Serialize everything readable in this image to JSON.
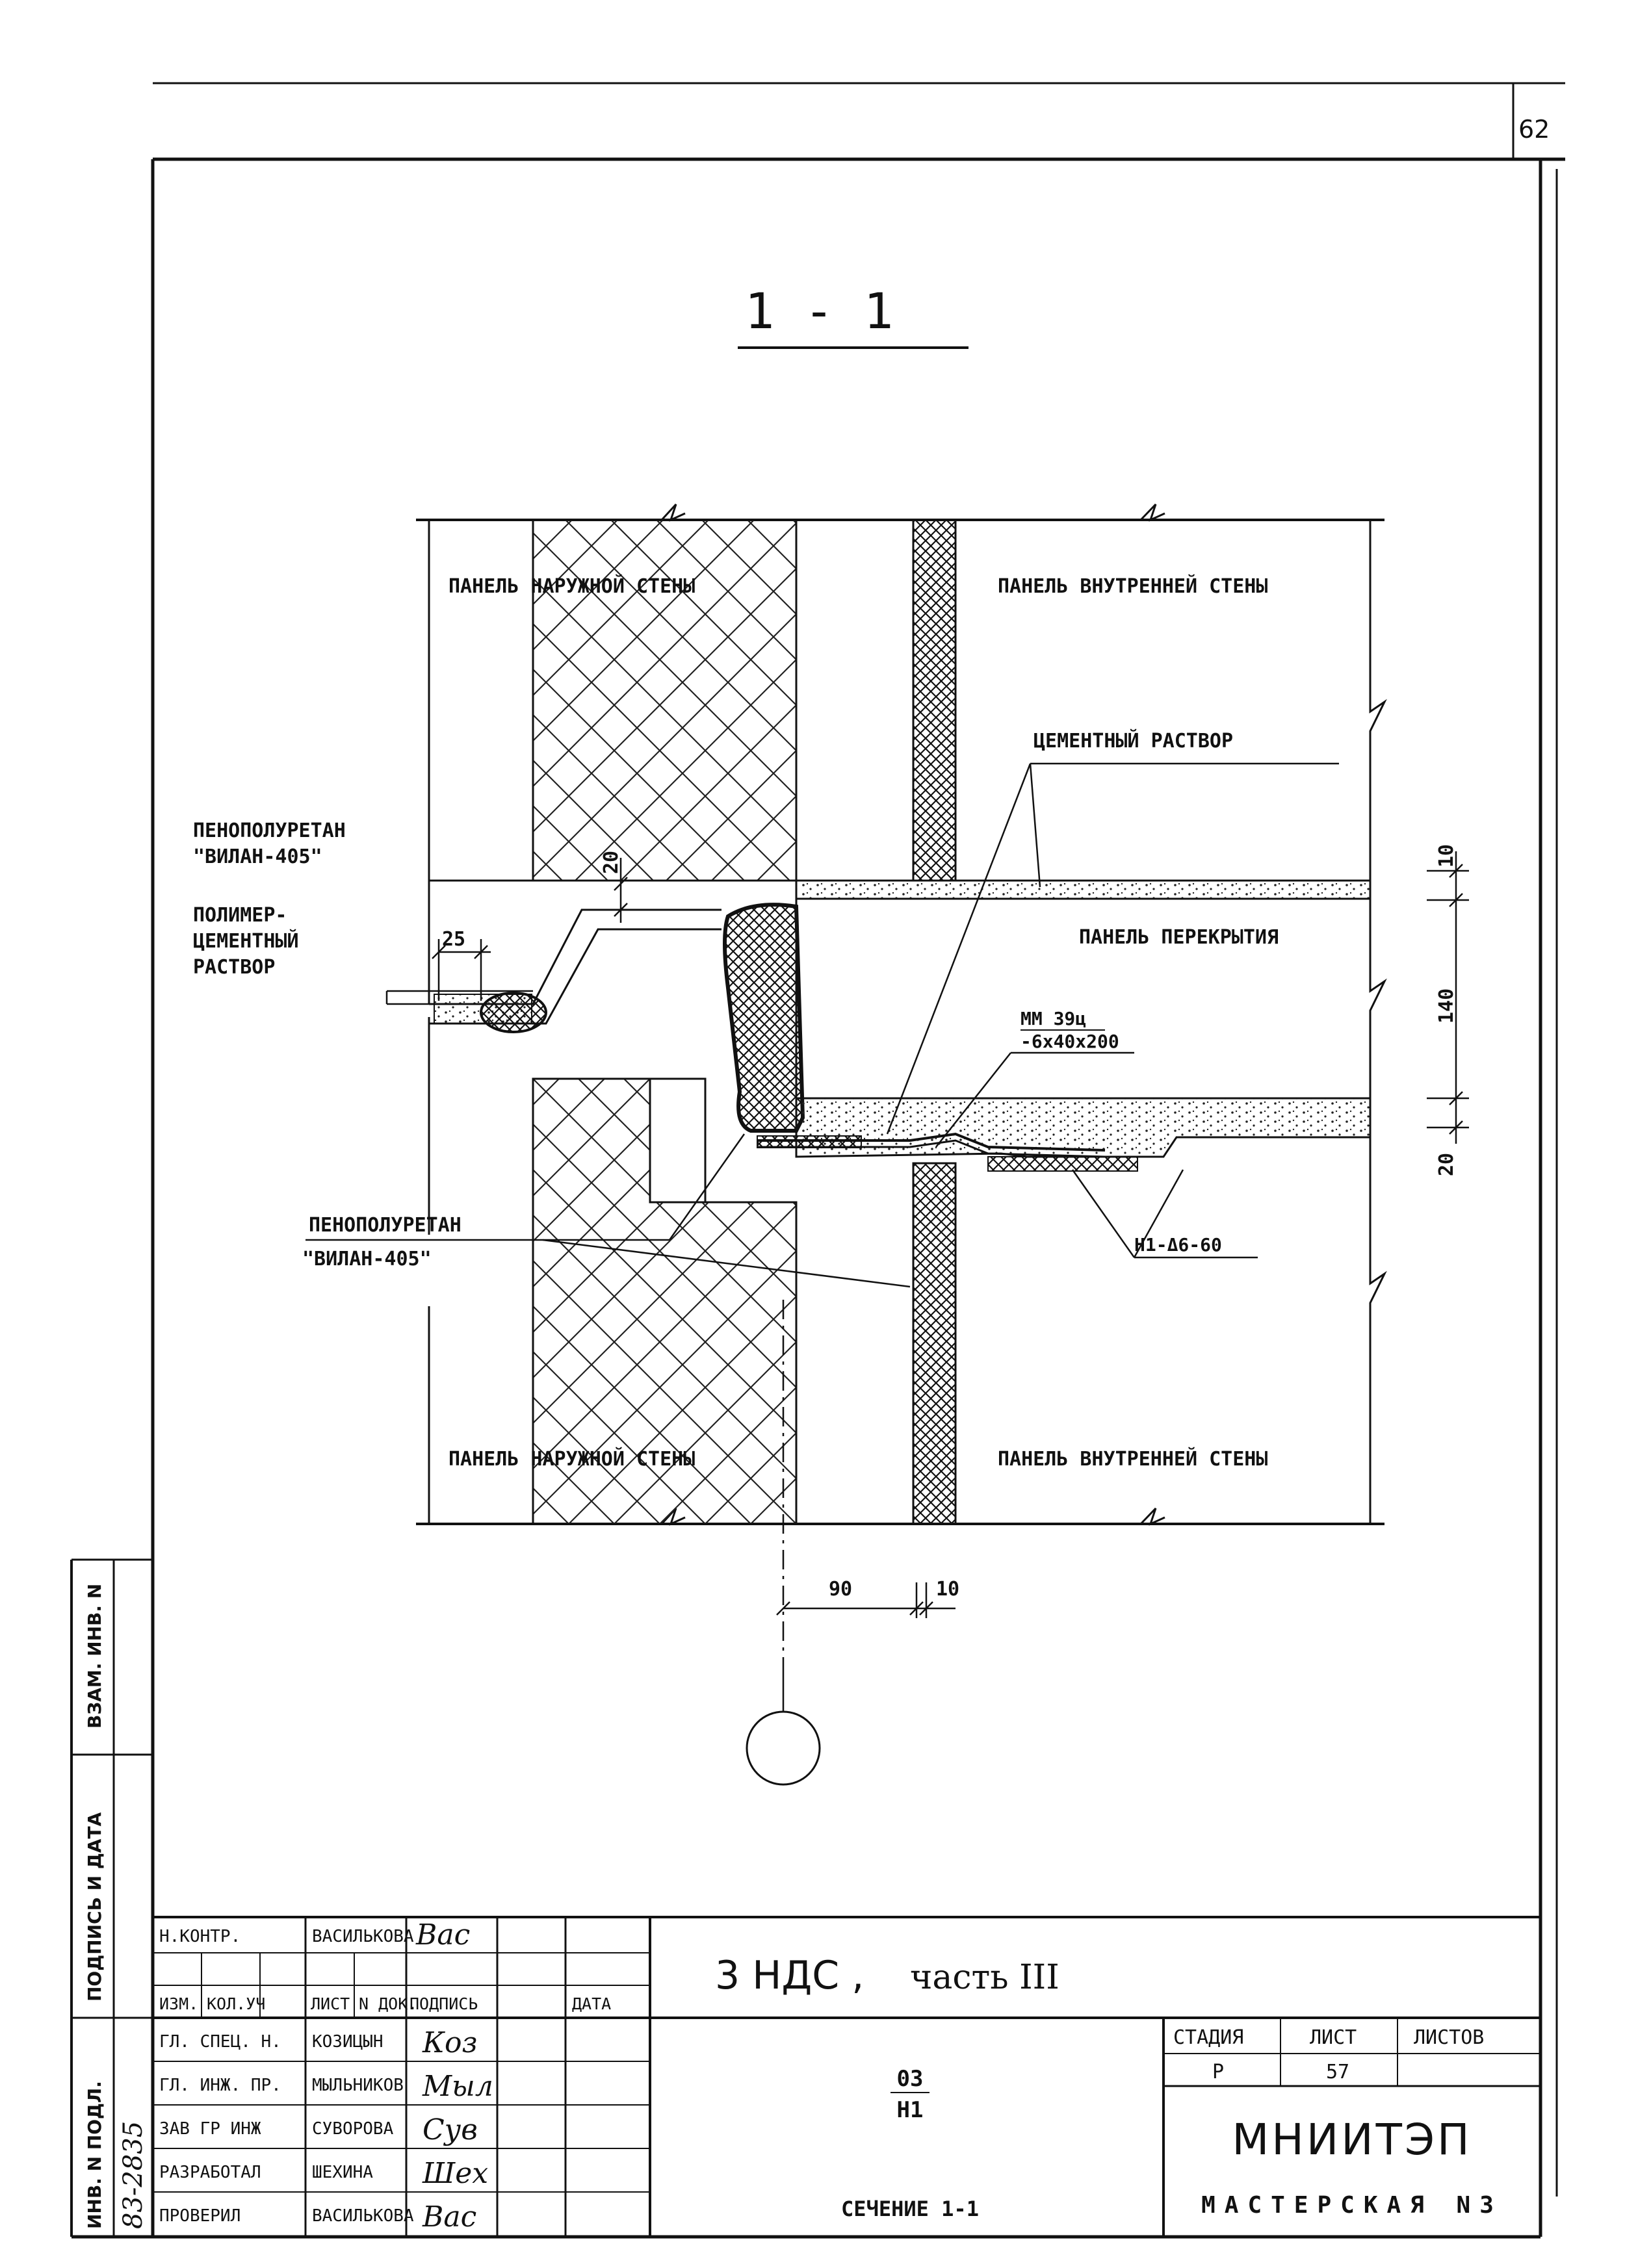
{
  "sheet": {
    "page_number": "62",
    "section_title": "1 - 1"
  },
  "labels": {
    "outer_wall_top": "ПАНЕЛЬ НАРУЖНОЙ СТЕНЫ",
    "inner_wall_top": "ПАНЕЛЬ ВНУТРЕННЕЙ СТЕНЫ",
    "cement_mortar": "ЦЕМЕНТНЫЙ РАСТВОР",
    "foam_top_line1": "ПЕНОПОЛУРЕТАН",
    "foam_top_line2": "\"ВИЛАН-405\"",
    "polymer_line1": "ПОЛИМЕР-",
    "polymer_line2": "ЦЕМЕНТНЫЙ",
    "polymer_line3": "РАСТВОР",
    "floor_panel": "ПАНЕЛЬ ПЕРЕКРЫТИЯ",
    "embedded_part": "ММ 39ц",
    "plate": "-6x40x200",
    "foam_bottom_line1": "ПЕНОПОЛУРЕТАН",
    "foam_bottom_line2": "\"ВИЛАН-405\"",
    "weld": "Н1-Δ6-60",
    "outer_wall_bottom": "ПАНЕЛЬ НАРУЖНОЙ СТЕНЫ",
    "inner_wall_bottom": "ПАНЕЛЬ ВНУТРЕННЕЙ СТЕНЫ"
  },
  "dimensions": {
    "gap_20_top": "20",
    "width_25": "25",
    "d10": "10",
    "d140": "140",
    "d20": "20",
    "d90": "90",
    "d10_bottom": "10"
  },
  "side_stamp": {
    "vzam_inv": "ВЗАМ. ИНВ. N",
    "podpis_data": "ПОДПИСЬ И ДАТА",
    "inv_podl": "ИНВ. N ПОДЛ.",
    "inv_number": "83-2835"
  },
  "title_block": {
    "project": "3 НДС ,",
    "part": "часть III",
    "ncontr_role": "Н.КОНТР.",
    "ncontr_name": "ВАСИЛЬКОВА",
    "ncontr_sig": "Вас",
    "hdr_izm": "ИЗМ.",
    "hdr_koluch": "КОЛ.УЧ",
    "hdr_list": "ЛИСТ",
    "hdr_ndok": "N ДОК.",
    "hdr_podpis": "ПОДПИСЬ",
    "hdr_data": "ДАТА",
    "rows": [
      {
        "role": "ГЛ. СПЕЦ. Н.",
        "name": "КОЗИЦЫН",
        "sig": "Коз"
      },
      {
        "role": "ГЛ. ИНЖ. ПР.",
        "name": "МЫЛЬНИКОВ",
        "sig": "Мыл"
      },
      {
        "role": "ЗАВ ГР ИНЖ",
        "name": "СУВОРОВА",
        "sig": "Сув"
      },
      {
        "role": "РАЗРАБОТАЛ",
        "name": "ШЕХИНА",
        "sig": "Шех"
      },
      {
        "role": "ПРОВЕРИЛ",
        "name": "ВАСИЛЬКОВА",
        "sig": "Вас"
      }
    ],
    "code_num": "03",
    "code_den": "Н1",
    "sheet_title": "СЕЧЕНИЕ 1-1",
    "stage_label": "СТАДИЯ",
    "list_label": "ЛИСТ",
    "listov_label": "ЛИСТОВ",
    "stage": "Р",
    "list": "57",
    "listov": "",
    "org": "МНИИТЭП",
    "workshop": "МАСТЕРСКАЯ N3"
  }
}
